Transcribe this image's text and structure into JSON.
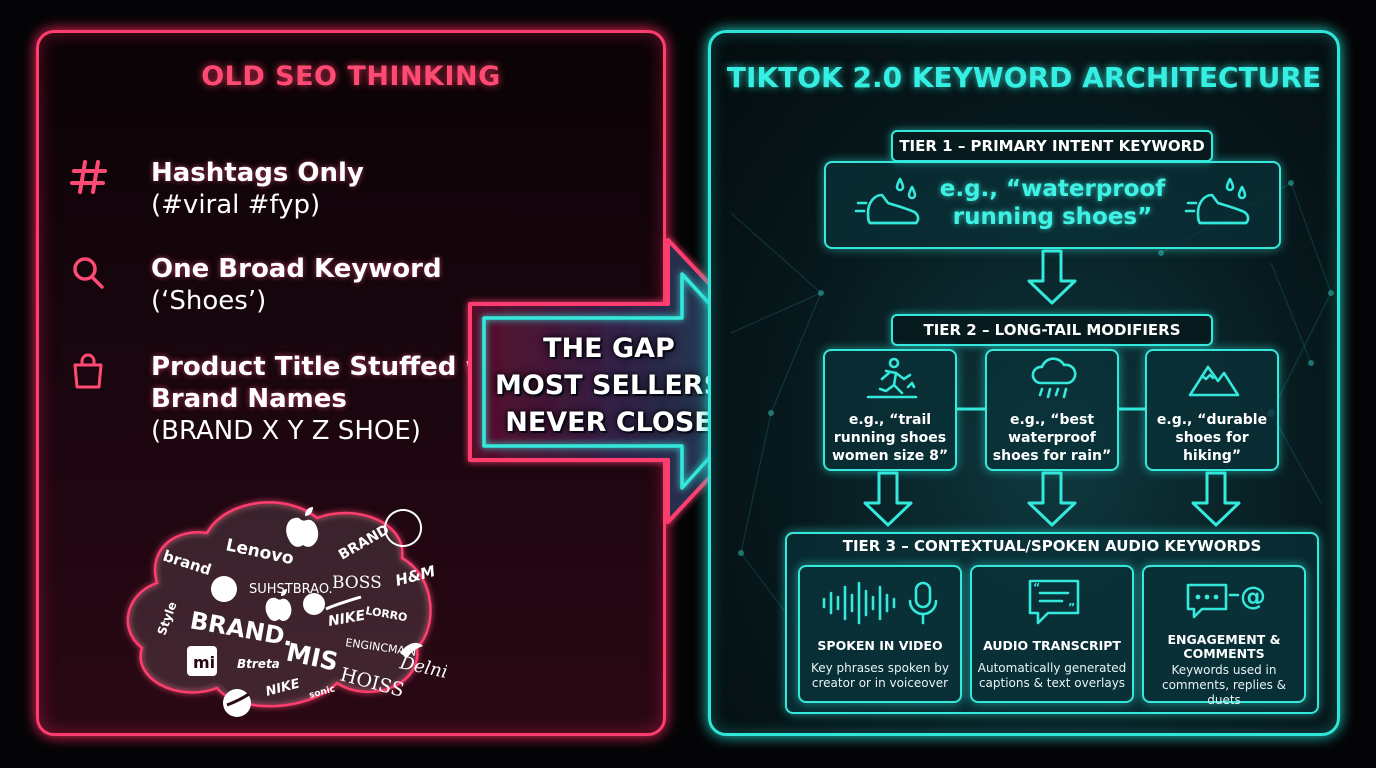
{
  "left": {
    "title": "OLD SEO THINKING",
    "items": [
      {
        "icon": "hashtag-icon",
        "head": "Hashtags Only",
        "sub": "(#viral #fyp)"
      },
      {
        "icon": "search-icon",
        "head": "One Broad Keyword",
        "sub": "(‘Shoes’)"
      },
      {
        "icon": "shopping-bag-icon",
        "head": "Product Title Stuffed with Brand Names",
        "sub": "(BRAND X Y Z SHOE)"
      }
    ],
    "brand_cloud": {
      "words": [
        "brand",
        "Lenovo",
        "BRAND",
        "SUHSTBRAO.",
        "BOSS",
        "H&M",
        "Style",
        "BRAND.",
        "LORRO",
        "NIKE",
        "MIS",
        "ENGINCMAIN",
        "Btreta",
        "HOISS",
        "Delnia",
        "NIKE",
        "sonic"
      ]
    }
  },
  "gap": {
    "lines": [
      "THE GAP",
      "MOST SELLERS",
      "NEVER CLOSE"
    ]
  },
  "right": {
    "title": "TIKTOK 2.0 KEYWORD ARCHITECTURE",
    "tier1": {
      "label": "TIER 1 – PRIMARY INTENT KEYWORD",
      "keyword_line1": "e.g., “waterproof",
      "keyword_line2": "running shoes”"
    },
    "tier2": {
      "label": "TIER 2 – LONG-TAIL MODIFIERS",
      "items": [
        {
          "icon": "runner-icon",
          "lines": [
            "e.g., “trail",
            "running shoes",
            "women size 8”"
          ]
        },
        {
          "icon": "rain-cloud-icon",
          "lines": [
            "e.g., “best",
            "waterproof",
            "shoes for rain”"
          ]
        },
        {
          "icon": "mountain-icon",
          "lines": [
            "e.g., “durable",
            "shoes for",
            "hiking”"
          ]
        }
      ]
    },
    "tier3": {
      "label": "TIER 3 – CONTEXTUAL/SPOKEN AUDIO KEYWORDS",
      "items": [
        {
          "icon": "microphone-waveform-icon",
          "head": [
            "SPOKEN IN VIDEO"
          ],
          "desc": [
            "Key phrases spoken by",
            "creator or in voiceover"
          ]
        },
        {
          "icon": "transcript-icon",
          "head": [
            "AUDIO TRANSCRIPT"
          ],
          "desc": [
            "Automatically generated",
            "captions & text overlays"
          ]
        },
        {
          "icon": "chat-mention-icon",
          "head": [
            "ENGAGEMENT &",
            "COMMENTS"
          ],
          "desc": [
            "Keywords used in",
            "comments, replies & duets"
          ]
        }
      ]
    }
  },
  "colors": {
    "pink": "#ff3d6e",
    "cyan": "#35e8dc",
    "bg": "#040406"
  }
}
